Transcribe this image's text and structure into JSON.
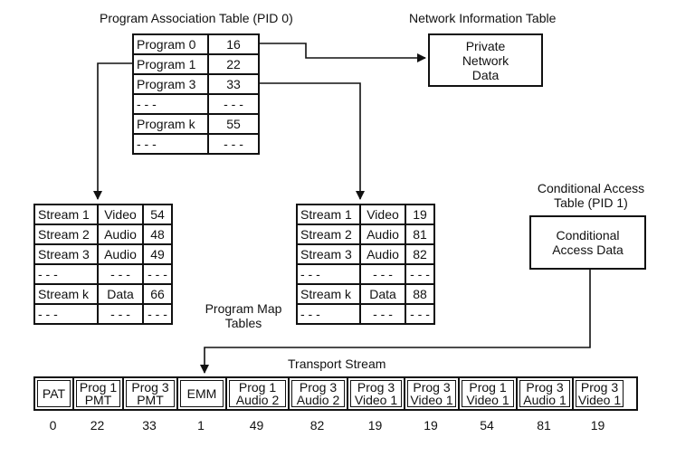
{
  "pat": {
    "title": "Program Association Table (PID 0)",
    "rows": [
      {
        "program": "Program 0",
        "pid": "16"
      },
      {
        "program": "Program 1",
        "pid": "22"
      },
      {
        "program": "Program 3",
        "pid": "33"
      },
      {
        "program": "- - -",
        "pid": "- - -"
      },
      {
        "program": "Program k",
        "pid": "55"
      },
      {
        "program": "- - -",
        "pid": "- - -"
      }
    ]
  },
  "nit": {
    "title": "Network Information Table",
    "box_text": "Private\nNetwork\nData"
  },
  "cat": {
    "title_line1": "Conditional Access",
    "title_line2": "Table (PID 1)",
    "box_text": "Conditional\nAccess Data"
  },
  "pmt": {
    "label_line1": "Program Map",
    "label_line2": "Tables",
    "left": [
      {
        "stream": "Stream 1",
        "type": "Video",
        "pid": "54"
      },
      {
        "stream": "Stream 2",
        "type": "Audio",
        "pid": "48"
      },
      {
        "stream": "Stream 3",
        "type": "Audio",
        "pid": "49"
      },
      {
        "stream": "- - -",
        "type": "- - -",
        "pid": "- - -"
      },
      {
        "stream": "Stream k",
        "type": "Data",
        "pid": "66"
      },
      {
        "stream": "- - -",
        "type": "- - -",
        "pid": "- - -"
      }
    ],
    "right": [
      {
        "stream": "Stream 1",
        "type": "Video",
        "pid": "19"
      },
      {
        "stream": "Stream 2",
        "type": "Audio",
        "pid": "81"
      },
      {
        "stream": "Stream 3",
        "type": "Audio",
        "pid": "82"
      },
      {
        "stream": "- - -",
        "type": "- - -",
        "pid": "- - -"
      },
      {
        "stream": "Stream k",
        "type": "Data",
        "pid": "88"
      },
      {
        "stream": "- - -",
        "type": "- - -",
        "pid": "- - -"
      }
    ]
  },
  "transport": {
    "title": "Transport Stream",
    "packets": [
      {
        "label": "PAT",
        "pid": "0"
      },
      {
        "label": "Prog 1\nPMT",
        "pid": "22"
      },
      {
        "label": "Prog 3\nPMT",
        "pid": "33"
      },
      {
        "label": "EMM",
        "pid": "1"
      },
      {
        "label": "Prog 1\nAudio 2",
        "pid": "49"
      },
      {
        "label": "Prog 3\nAudio 2",
        "pid": "82"
      },
      {
        "label": "Prog 3\nVideo 1",
        "pid": "19"
      },
      {
        "label": "Prog 3\nVideo 1",
        "pid": "19"
      },
      {
        "label": "Prog 1\nVideo 1",
        "pid": "54"
      },
      {
        "label": "Prog 3\nAudio 1",
        "pid": "81"
      },
      {
        "label": "Prog 3\nVideo 1",
        "pid": "19"
      }
    ]
  }
}
